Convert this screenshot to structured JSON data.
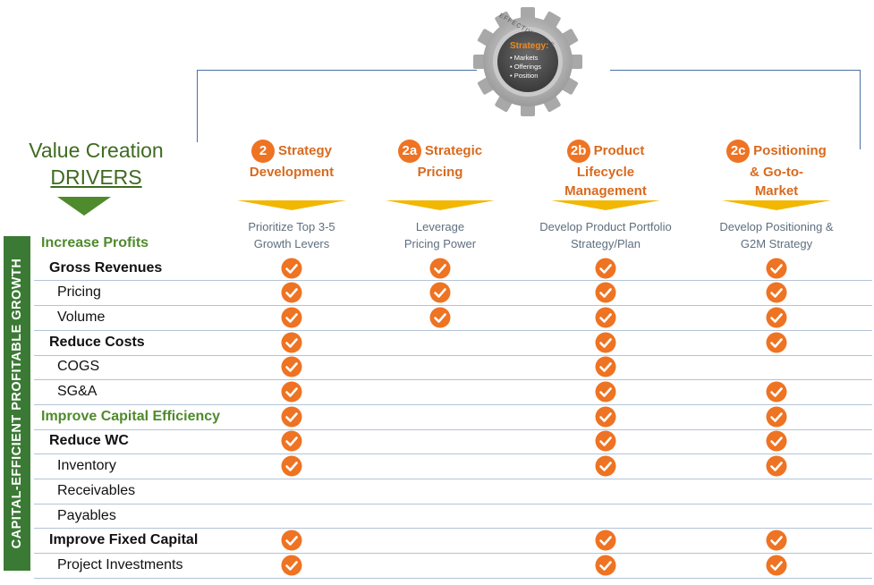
{
  "gear": {
    "ring_label": "EFFECTIVENESS",
    "title": "Strategy:",
    "items": [
      "• Markets",
      "• Offerings",
      "• Position"
    ]
  },
  "header": {
    "title_line1": "Value Creation",
    "title_line2": "DRIVERS"
  },
  "sidebar": {
    "label": "CAPITAL-EFFICIENT PROFITABLE GROWTH"
  },
  "colors": {
    "orange": "#ee7322",
    "green": "#3b7a34",
    "gold": "#f2b700",
    "blue": "#4a6fa5"
  },
  "columns": [
    {
      "badge": "2",
      "title_lines": [
        "Strategy",
        "Development"
      ],
      "desc_lines": [
        "Prioritize Top 3-5",
        "Growth Levers"
      ]
    },
    {
      "badge": "2a",
      "title_lines": [
        "Strategic",
        "Pricing"
      ],
      "desc_lines": [
        "Leverage",
        "Pricing Power"
      ]
    },
    {
      "badge": "2b",
      "title_lines": [
        "Product",
        "Lifecycle",
        "Management"
      ],
      "desc_lines": [
        "Develop Product Portfolio",
        "Strategy/Plan"
      ]
    },
    {
      "badge": "2c",
      "title_lines": [
        "Positioning",
        "& Go-to-",
        "Market"
      ],
      "desc_lines": [
        "Develop Positioning &",
        "G2M Strategy"
      ]
    }
  ],
  "rows": [
    {
      "label": "Increase Profits",
      "style": "group",
      "checks": [
        false,
        false,
        false,
        false
      ]
    },
    {
      "label": "Gross Revenues",
      "style": "bold",
      "checks": [
        true,
        true,
        true,
        true
      ]
    },
    {
      "label": "Pricing",
      "style": "sub",
      "checks": [
        true,
        true,
        true,
        true
      ]
    },
    {
      "label": "Volume",
      "style": "sub",
      "checks": [
        true,
        true,
        true,
        true
      ]
    },
    {
      "label": "Reduce Costs",
      "style": "bold",
      "checks": [
        true,
        false,
        true,
        true
      ]
    },
    {
      "label": "COGS",
      "style": "sub",
      "checks": [
        true,
        false,
        true,
        false
      ]
    },
    {
      "label": "SG&A",
      "style": "sub",
      "checks": [
        true,
        false,
        true,
        true
      ]
    },
    {
      "label": "Improve Capital Efficiency",
      "style": "group",
      "checks": [
        true,
        false,
        true,
        true
      ]
    },
    {
      "label": "Reduce WC",
      "style": "bold",
      "checks": [
        true,
        false,
        true,
        true
      ]
    },
    {
      "label": "Inventory",
      "style": "sub",
      "checks": [
        true,
        false,
        true,
        true
      ]
    },
    {
      "label": "Receivables",
      "style": "sub",
      "checks": [
        false,
        false,
        false,
        false
      ]
    },
    {
      "label": "Payables",
      "style": "sub",
      "checks": [
        false,
        false,
        false,
        false
      ]
    },
    {
      "label": "Improve Fixed Capital",
      "style": "bold",
      "checks": [
        true,
        false,
        true,
        true
      ]
    },
    {
      "label": "Project Investments",
      "style": "sub",
      "checks": [
        true,
        false,
        true,
        true
      ]
    }
  ]
}
